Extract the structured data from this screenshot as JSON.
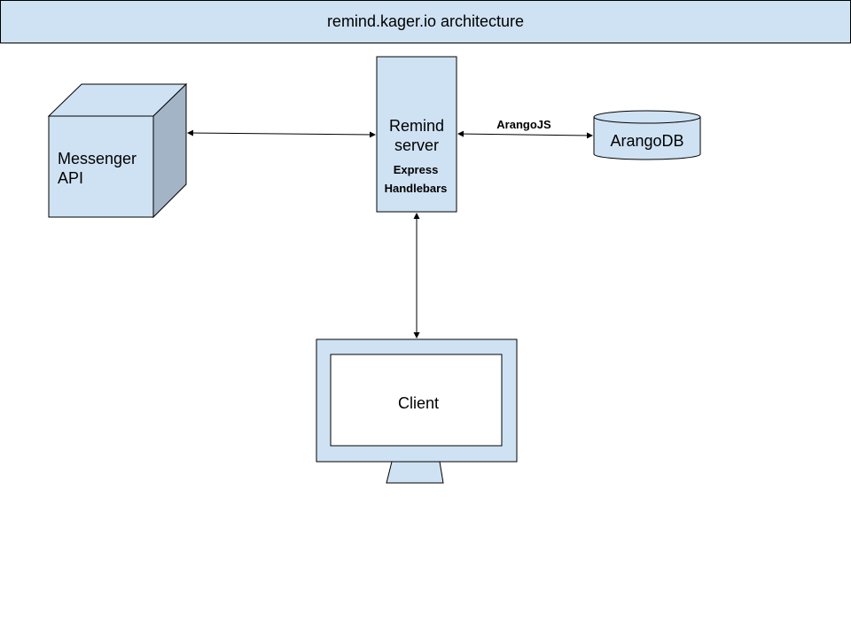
{
  "title": "remind.kager.io architecture",
  "nodes": {
    "messenger": {
      "line1": "Messenger",
      "line2": "API"
    },
    "server": {
      "line1": "Remind",
      "line2": "server",
      "tech1": "Express",
      "tech2": "Handlebars"
    },
    "database": {
      "label": "ArangoDB"
    },
    "client": {
      "label": "Client"
    }
  },
  "edges": {
    "server_db": {
      "label": "ArangoJS"
    }
  },
  "colors": {
    "fill": "#cfe2f3",
    "cube_side": "#a4b4c7",
    "stroke": "#000000"
  }
}
